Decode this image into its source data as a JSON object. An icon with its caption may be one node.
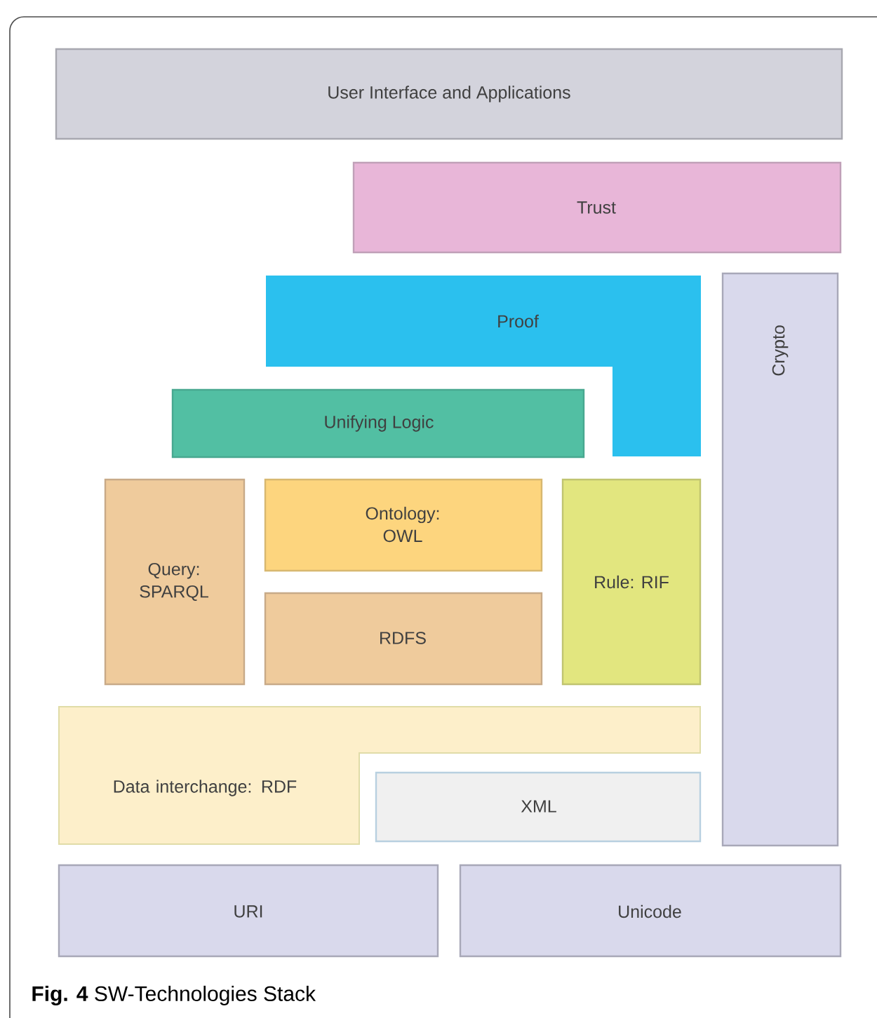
{
  "diagram": {
    "caption": "**Fig. 4** SW-Technologies Stack",
    "nodes": [
      {
        "text": [
          "User Interface and Applications"
        ]
      },
      {
        "text": [
          "Trust"
        ]
      },
      {
        "text": [
          "Proof"
        ]
      },
      {
        "text": [
          "Unifying Logic"
        ]
      },
      {
        "text": [
          "Query: SPARQL"
        ]
      },
      {
        "text": [
          "Ontology: OWL"
        ]
      },
      {
        "text": [
          "RDFS"
        ]
      },
      {
        "text": [
          "Rule: RIF"
        ]
      },
      {
        "text": [
          "Crypto"
        ]
      },
      {
        "text": [
          "Data interchange: RDF"
        ]
      },
      {
        "text": [
          "XML"
        ]
      },
      {
        "text": [
          "URI"
        ]
      },
      {
        "text": [
          "Unicode"
        ]
      }
    ],
    "edges": []
  }
}
